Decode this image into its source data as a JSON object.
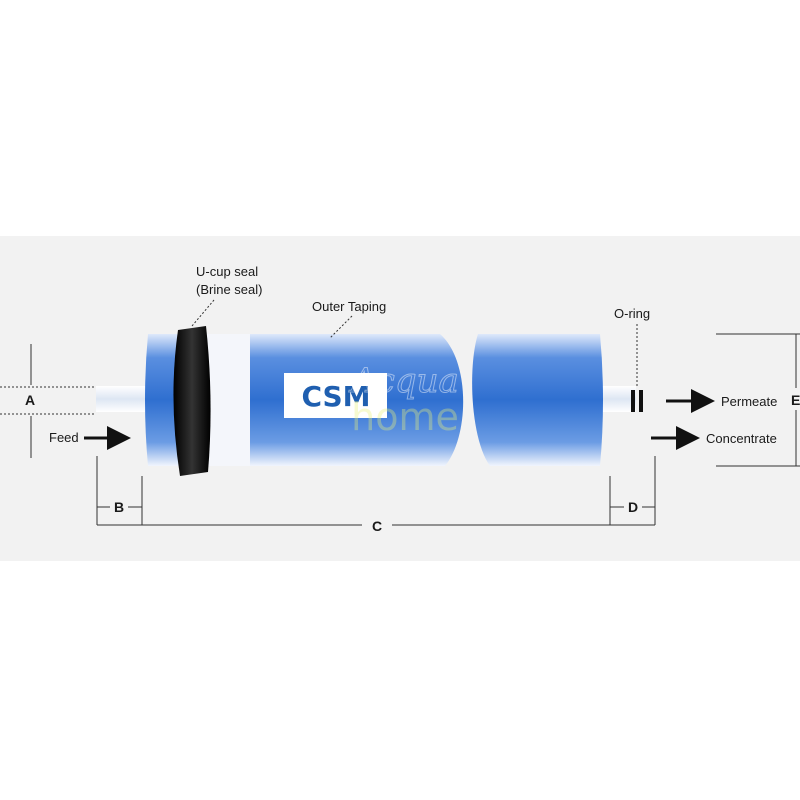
{
  "labels": {
    "ucup_seal": "U-cup seal",
    "brine_seal": "(Brine seal)",
    "outer_taping": "Outer Taping",
    "o_ring": "O-ring",
    "feed": "Feed",
    "permeate": "Permeate",
    "concentrate": "Concentrate"
  },
  "brand": "CSM",
  "watermark": {
    "line1": "Acqua",
    "line2": "home"
  },
  "dimensions": {
    "a": "A",
    "b": "B",
    "c": "C",
    "d": "D",
    "e": "E"
  },
  "colors": {
    "membrane_blue": "#2f6fd0",
    "membrane_light": "#e8eefb",
    "seal_black": "#111111",
    "brand_blue": "#1f5fb0",
    "background_band": "#f2f2f2"
  }
}
